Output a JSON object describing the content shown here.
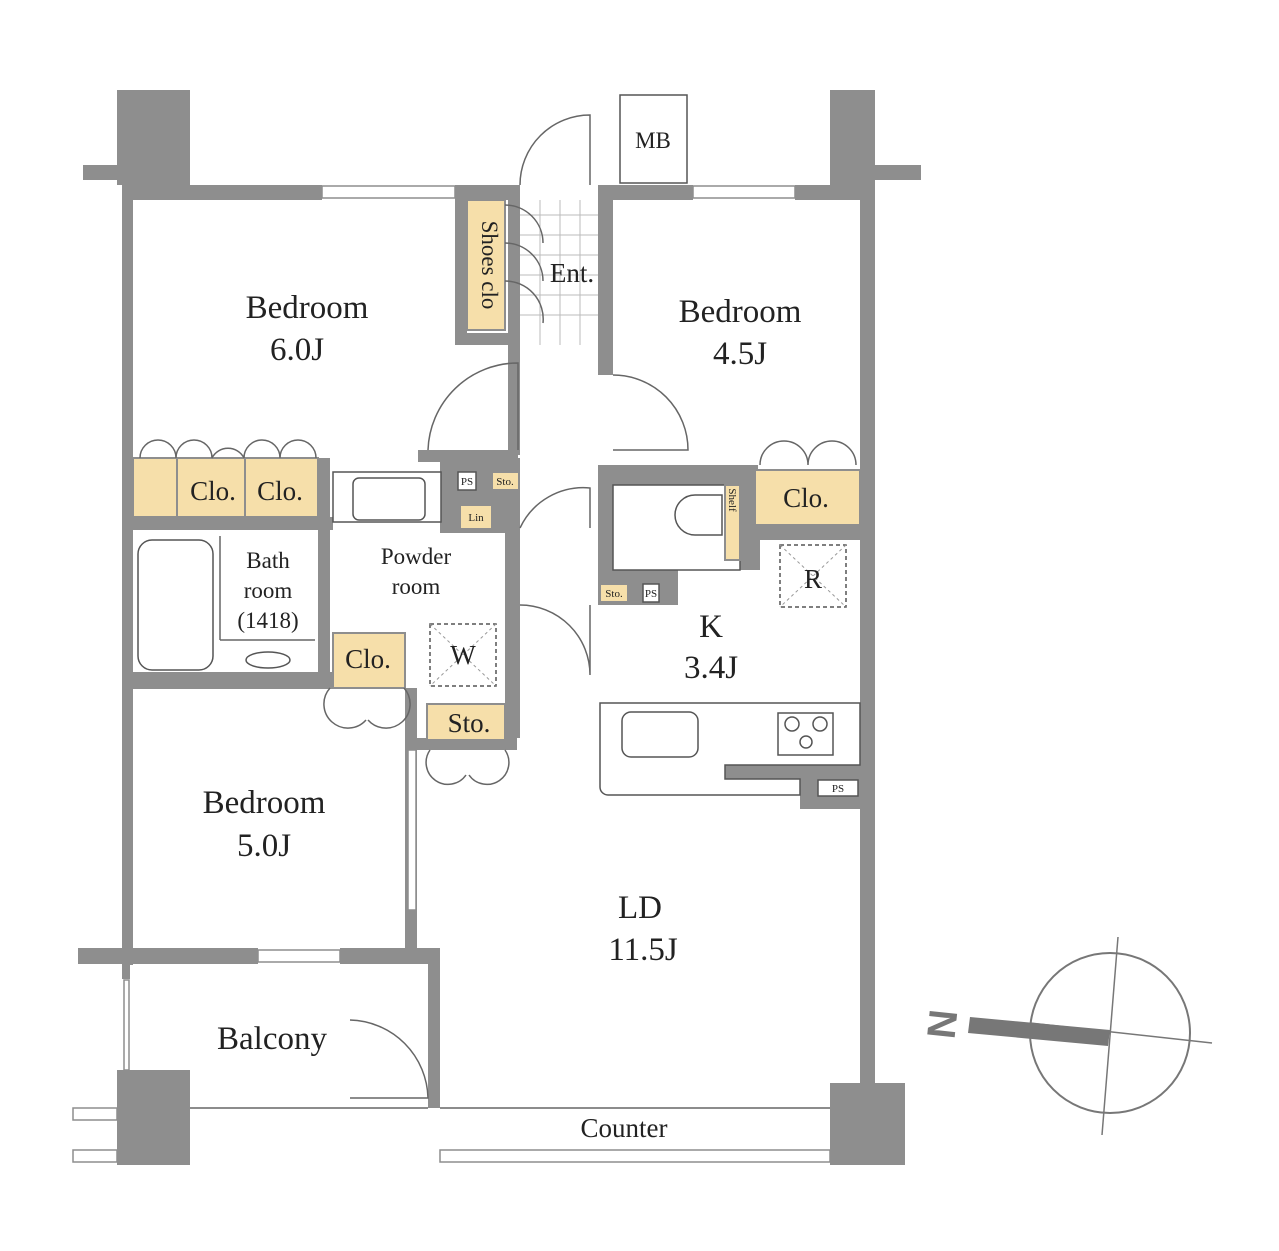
{
  "rooms": {
    "bedroom1": {
      "name": "Bedroom",
      "size": "6.0J"
    },
    "bedroom2": {
      "name": "Bedroom",
      "size": "4.5J"
    },
    "bedroom3": {
      "name": "Bedroom",
      "size": "5.0J"
    },
    "entrance": "Ent.",
    "shoes_closet": "Shoes clo",
    "meter_box": "MB",
    "bath": {
      "line1": "Bath",
      "line2": "room",
      "line3": "(1418)"
    },
    "powder": {
      "line1": "Powder",
      "line2": "room"
    },
    "washer": "W",
    "kitchen": {
      "name": "K",
      "size": "3.4J"
    },
    "refrigerator": "R",
    "ld": {
      "name": "LD",
      "size": "11.5J"
    },
    "balcony": "Balcony",
    "counter": "Counter"
  },
  "storage": {
    "clo_a": "Clo.",
    "clo_b": "Clo.",
    "clo_c": "Clo.",
    "clo_d": "Clo.",
    "sto_a": "Sto.",
    "sto_b": "Sto.",
    "sto_c": "Sto.",
    "lin": "Lin",
    "shelf": "Shelf",
    "ps_a": "PS",
    "ps_b": "PS",
    "ps_c": "PS"
  },
  "compass": {
    "north": "N"
  },
  "colors": {
    "wall": "#8e8e8e",
    "closet": "#f6dfaa"
  }
}
